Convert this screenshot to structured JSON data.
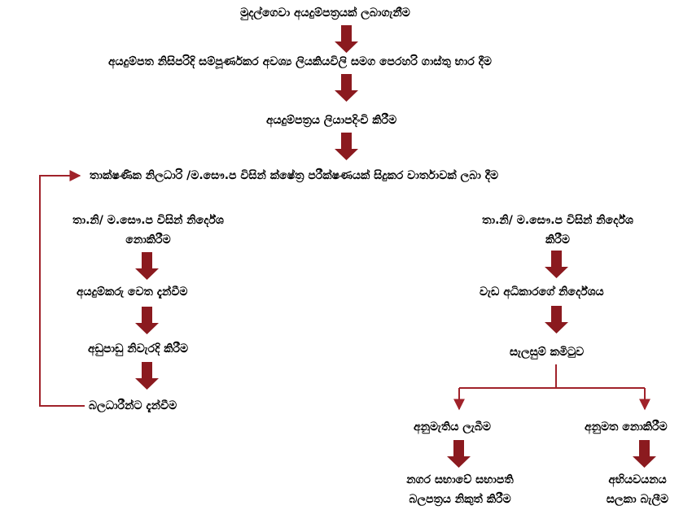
{
  "colors": {
    "arrow": "#8b1a1f",
    "line": "#a0222a",
    "text": "#000000"
  },
  "nodes": {
    "obtain_application": "මුදල්ගෙවා අයදුම්පත්‍රයක් ලබාගැනීම",
    "submit_application": "අයදුම්පත නිසිපරිදි සම්පූර්ණකර අවශ්‍ය ලියකියවිලි සමග පෙරහරි ගාස්තු භාර දීම",
    "register_application": "අයදුම්පත්‍රය ලියාපදිංචි කිරීම",
    "field_inspection": "තාක්ෂණික නිලධාරි /ම.සෞ.ප විසින් ක්ෂේත්‍ර පරීක්ෂණයක් සිදුකර වාර්තාවක් ලබා දීම",
    "not_recommended_l1": "තා.නි/ ම.සෞ.ප විසින් නිර්දේශ",
    "not_recommended_l2": "නොකිරීම",
    "inform_applicant": "අයදුම්කරු වෙත දැන්වීම",
    "correct_defects": "අඩුපාඩු නිවැරදි කිරීම",
    "inform_authorities": "බලධාරීන්ට දැන්වීම",
    "recommended_l1": "තා.නි/ ම.සෞ.ප විසින් නිර්දේශ",
    "recommended_l2": "කිරීම",
    "works_recommendation": "වැඩ අධිකාරගේ නිර්දේශය",
    "planning_committee": "සැලසුම් කමිටුව",
    "approval_granted": "අනුමැතිය ලැබීම",
    "approval_denied": "අනුමත නොකිරීම",
    "chairman_permit_l1": "නගර සභාවේ සභාපති",
    "chairman_permit_l2": "බලපත්‍රය නිකුත් කිරීම",
    "appeal_l1": "අභියවයනය",
    "appeal_l2": "සලකා බැලීම"
  }
}
